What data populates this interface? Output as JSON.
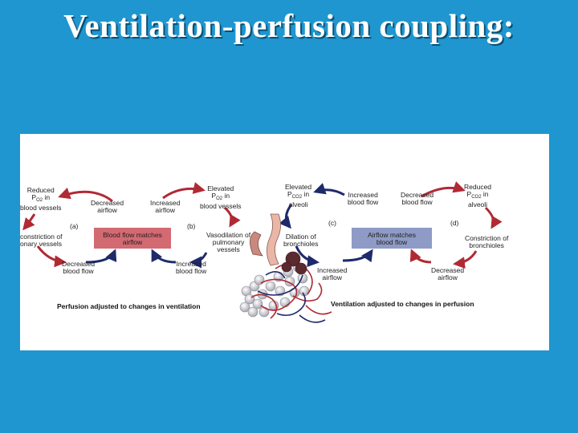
{
  "title": "Ventilation-perfusion coupling:",
  "left": {
    "reduced_po2": [
      "Reduced",
      "P",
      "O2",
      " in",
      "blood vessels"
    ],
    "decreased_airflow": [
      "Decreased",
      "airflow"
    ],
    "increased_airflow": [
      "Increased",
      "airflow"
    ],
    "elevated_po2": [
      "Elevated",
      "P",
      "O2",
      " in",
      "blood vessels"
    ],
    "constriction": [
      "constriction of",
      "onary vessels"
    ],
    "vasodilation": [
      "Vasodilation of",
      "pulmonary",
      "vessels"
    ],
    "decreased_bloodflow": [
      "Decreased",
      "blood flow"
    ],
    "increased_bloodflow": [
      "Increased",
      "blood flow"
    ],
    "box": [
      "Blood flow matches",
      "airflow"
    ],
    "letter_a": "(a)",
    "letter_b": "(b)",
    "footer": "Perfusion adjusted to changes in ventilation"
  },
  "right": {
    "elevated_pco2": [
      "Elevated",
      "P",
      "CO2",
      " in",
      "alveoli"
    ],
    "increased_bloodflow": [
      "Increased",
      "blood flow"
    ],
    "decreased_bloodflow": [
      "Decreased",
      "blood flow"
    ],
    "reduced_pco2": [
      "Reduced",
      "P",
      "CO2",
      " in",
      "alveoli"
    ],
    "dilation": [
      "Dilation of",
      "bronchioles"
    ],
    "constriction": [
      "Constriction of",
      "bronchioles"
    ],
    "increased_airflow": [
      "Increased",
      "airflow"
    ],
    "decreased_airflow": [
      "Decreased",
      "airflow"
    ],
    "box": [
      "Airflow matches",
      "blood flow"
    ],
    "letter_c": "(c)",
    "letter_d": "(d)",
    "footer": "Ventilation adjusted to changes in perfusion"
  },
  "colors": {
    "background": "#1f96cf",
    "arrow_red": "#b02a34",
    "arrow_navy": "#1f2a6b",
    "box_red": "#d36a72",
    "box_blue": "#8e9bc6"
  }
}
